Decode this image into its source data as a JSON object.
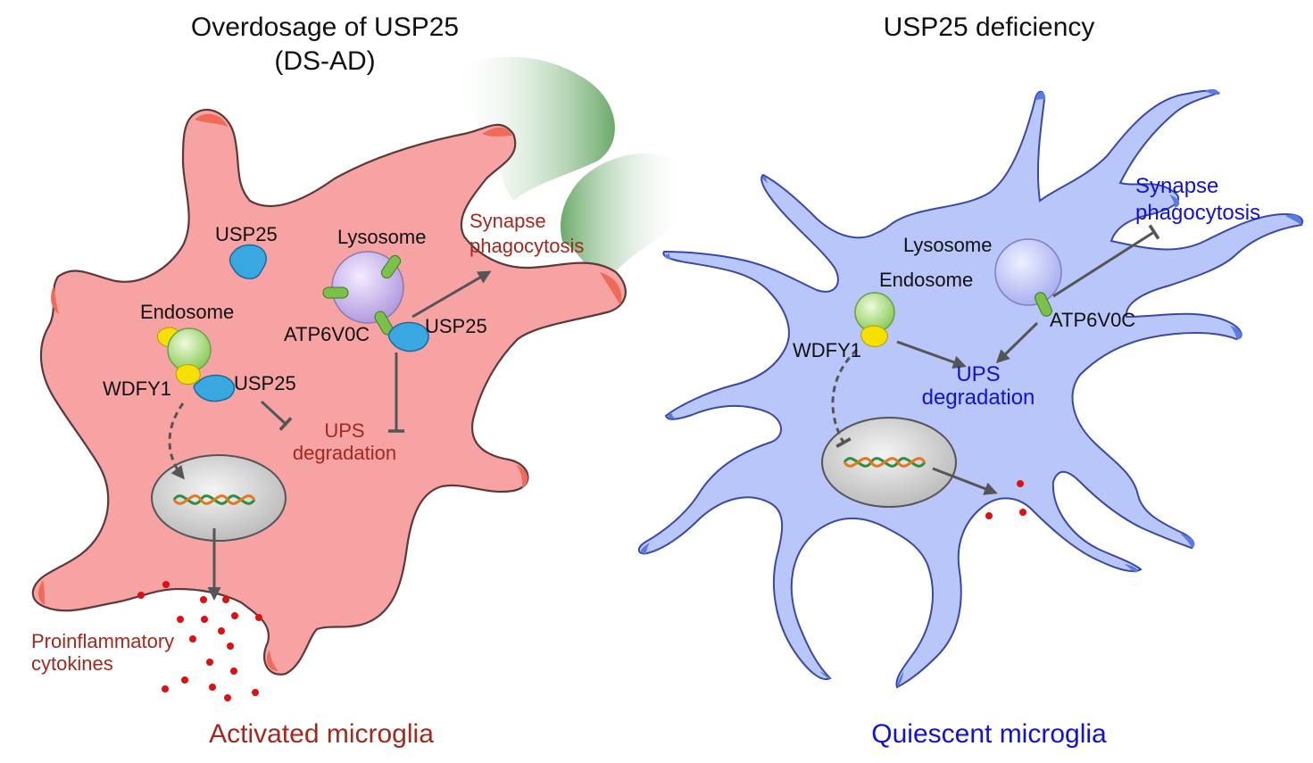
{
  "left_panel": {
    "title_line1": "Overdosage of USP25",
    "title_line2": "(DS-AD)",
    "labels": {
      "usp25_free": "USP25",
      "lysosome": "Lysosome",
      "synapse_line1": "Synapse",
      "synapse_line2": "phagocytosis",
      "endosome": "Endosome",
      "atp6v0c": "ATP6V0C",
      "usp25_lyso": "USP25",
      "wdfy1": "WDFY1",
      "usp25_endo": "USP25",
      "ups_line1": "UPS",
      "ups_line2": "degradation",
      "cytokines_line1": "Proinflammatory",
      "cytokines_line2": "cytokines"
    },
    "caption": "Activated microglia"
  },
  "right_panel": {
    "title": "USP25 deficiency",
    "labels": {
      "synapse_line1": "Synapse",
      "synapse_line2": "phagocytosis",
      "lysosome": "Lysosome",
      "endosome": "Endosome",
      "atp6v0c": "ATP6V0C",
      "wdfy1": "WDFY1",
      "ups_line1": "UPS",
      "ups_line2": "degradation"
    },
    "caption": "Quiescent microglia"
  },
  "colors": {
    "activated_cell": "#f7a3a3",
    "activated_text": "#a3281e",
    "quiescent_cell": "#b8c6fa",
    "quiescent_text": "#1111dd",
    "synapse_green": "#5aa05a",
    "usp25_blue": "#3aa8e0",
    "atp6v0c_green": "#7cc04a",
    "wdfy1_yellow": "#f5e000",
    "lysosome_purple": "#c9b6ec",
    "endosome_green": "#a8d87a",
    "cytokine_red": "#e01010"
  }
}
